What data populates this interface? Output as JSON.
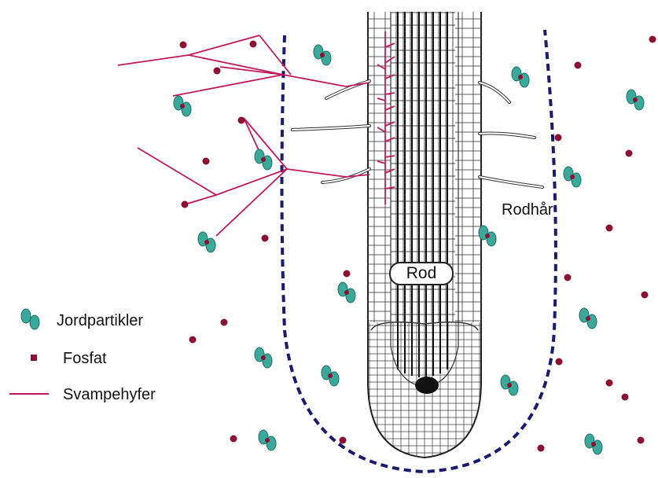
{
  "labels": {
    "root": "Rod",
    "root_hair": "Rodhår"
  },
  "legend": {
    "items": [
      {
        "label": "Jordpartikler",
        "icon": "soil-particle-icon"
      },
      {
        "label": "Fosfat",
        "icon": "phosphate-dot-icon"
      },
      {
        "label": "Svampehyfer",
        "icon": "hypha-line-icon"
      }
    ]
  },
  "colors": {
    "soil_particle": "#3aa89a",
    "phosphate": "#8c1030",
    "hypha": "#c2185b",
    "boundary": "#1a1a6e",
    "root_outline": "#222222"
  }
}
